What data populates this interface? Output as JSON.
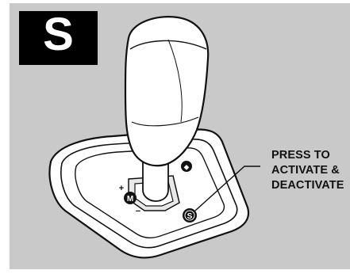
{
  "badge": {
    "letter": "S",
    "background": "#000000",
    "color": "#ffffff"
  },
  "callout": {
    "lines": [
      "PRESS TO",
      "ACTIVATE &",
      "DEACTIVATE"
    ]
  },
  "console": {
    "mode_button_glyph": "S",
    "manual_button_glyph": "M",
    "plus_sign": "+",
    "minus_sign": "−",
    "upper_button_glyph": "◆"
  },
  "colors": {
    "background": "#c9c9c9",
    "line_art": "#111111",
    "surface": "#ffffff"
  }
}
